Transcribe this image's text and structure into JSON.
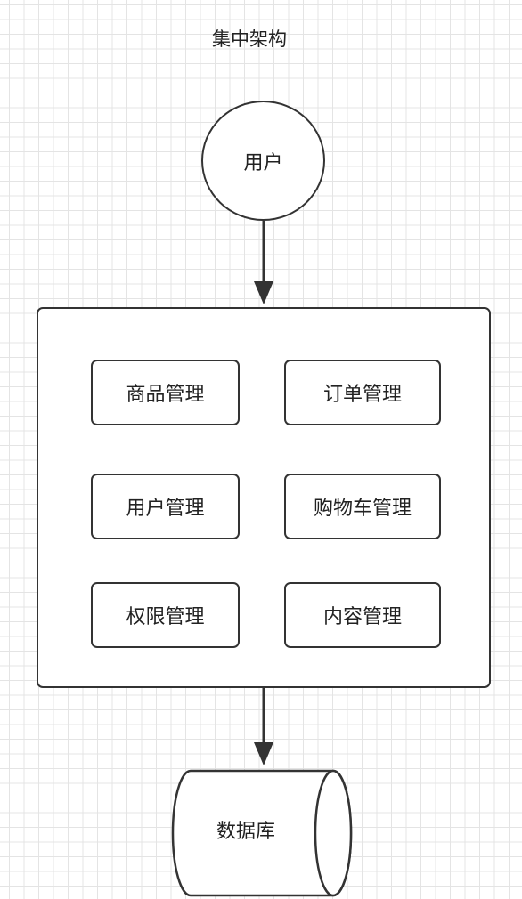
{
  "diagram": {
    "title": "集中架构",
    "user_node": {
      "label": "用户"
    },
    "system_box": {
      "modules": [
        {
          "label": "商品管理"
        },
        {
          "label": "订单管理"
        },
        {
          "label": "用户管理"
        },
        {
          "label": "购物车管理"
        },
        {
          "label": "权限管理"
        },
        {
          "label": "内容管理"
        }
      ]
    },
    "database_node": {
      "label": "数据库"
    },
    "colors": {
      "stroke": "#333333",
      "fill": "#ffffff",
      "grid": "#e4e4e4"
    }
  }
}
